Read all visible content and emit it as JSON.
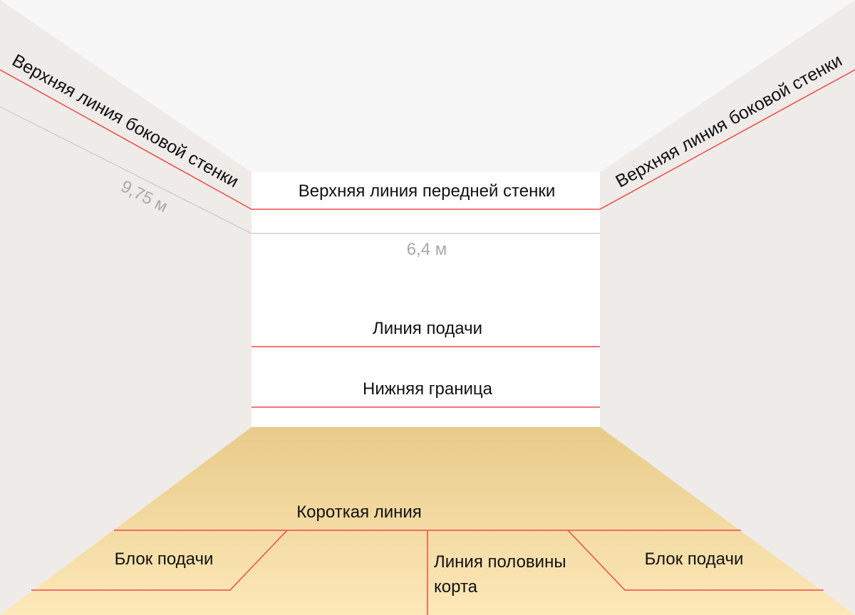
{
  "diagram": {
    "side_wall_top_left": "Верхняя линия боковой стенки",
    "side_wall_top_right": "Верхняя линия боковой стенки",
    "side_wall_length": "9,75 м",
    "front_wall_top": "Верхняя линия передней стенки",
    "front_wall_width": "6,4 м",
    "service_line": "Линия подачи",
    "tin_line": "Нижняя граница",
    "short_line": "Короткая линия",
    "service_box_left": "Блок подачи",
    "service_box_right": "Блок подачи",
    "half_court_line": "Линия половины\nкорта"
  },
  "colors": {
    "ceiling": "#f7f7f7",
    "side_wall": "#eeebe8",
    "front_wall": "#ffffff",
    "floor_near": "#fde8b8",
    "floor_far": "#e8cb8a",
    "court_line": "#ee4a4a",
    "dimension_line": "#c8c8c8",
    "dimension_text": "#a9a9a9"
  }
}
